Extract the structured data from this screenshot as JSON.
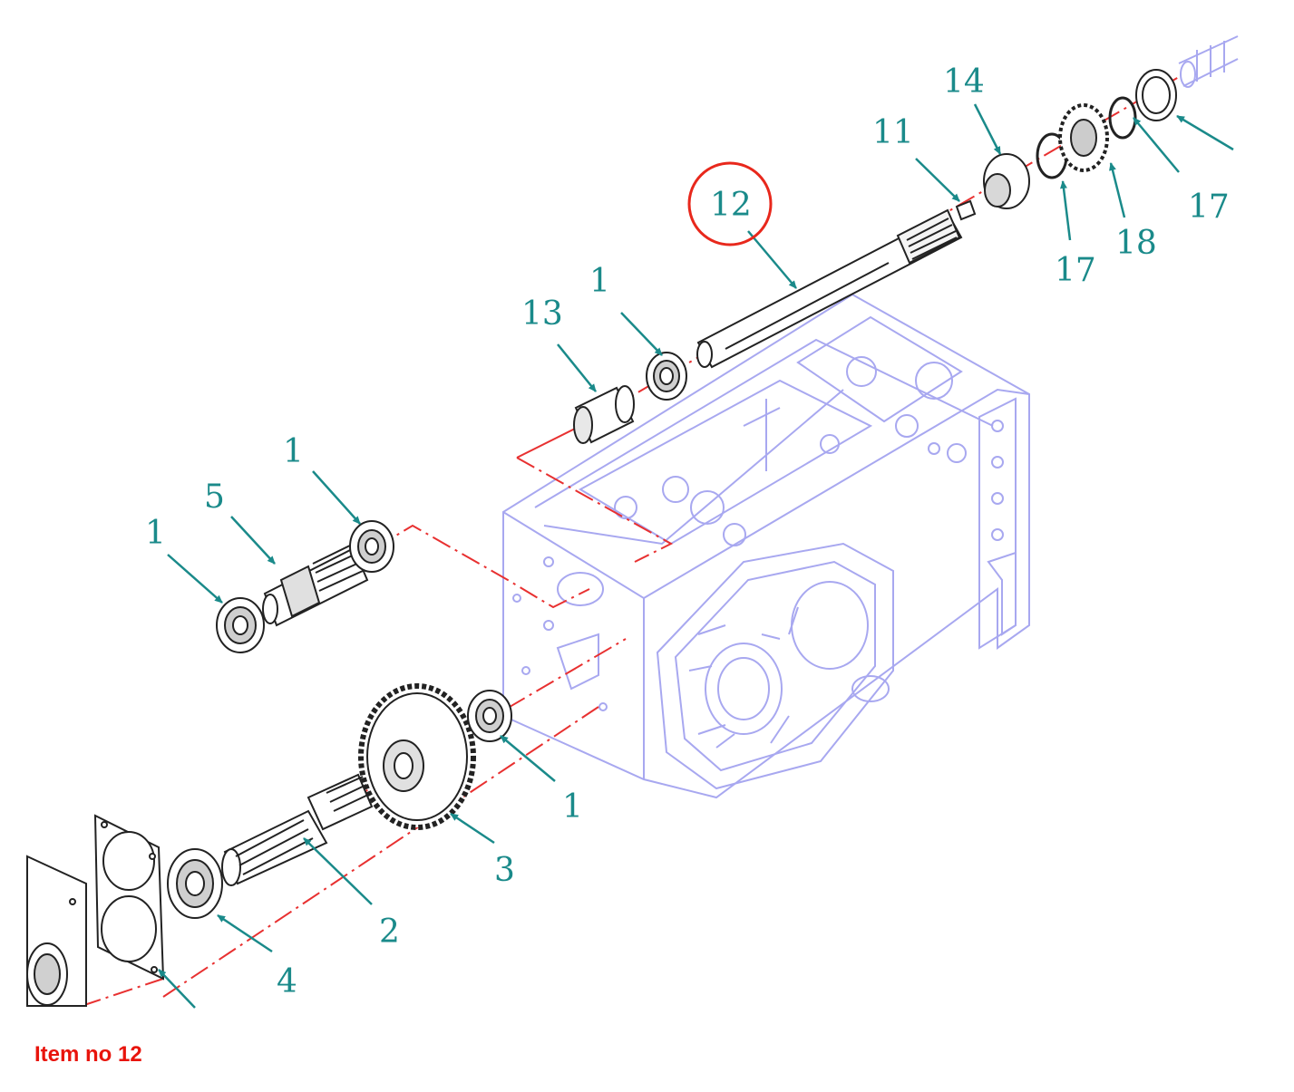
{
  "caption": "Item no 12",
  "highlighted_item": "12",
  "colors": {
    "callout": "#1a8a8a",
    "housing": "#a8a8f0",
    "centerline": "#e83030",
    "highlight": "#e8281c",
    "caption": "#e8140c",
    "part_stroke": "#222222"
  },
  "callouts": {
    "c1_top": "1",
    "c13": "13",
    "c12": "12",
    "c11": "11",
    "c14": "14",
    "c17_left": "17",
    "c18": "18",
    "c17_right": "17",
    "c1_left": "1",
    "c5": "5",
    "c1_mid": "1",
    "c1_right": "1",
    "c3": "3",
    "c2": "2",
    "c4": "4"
  }
}
